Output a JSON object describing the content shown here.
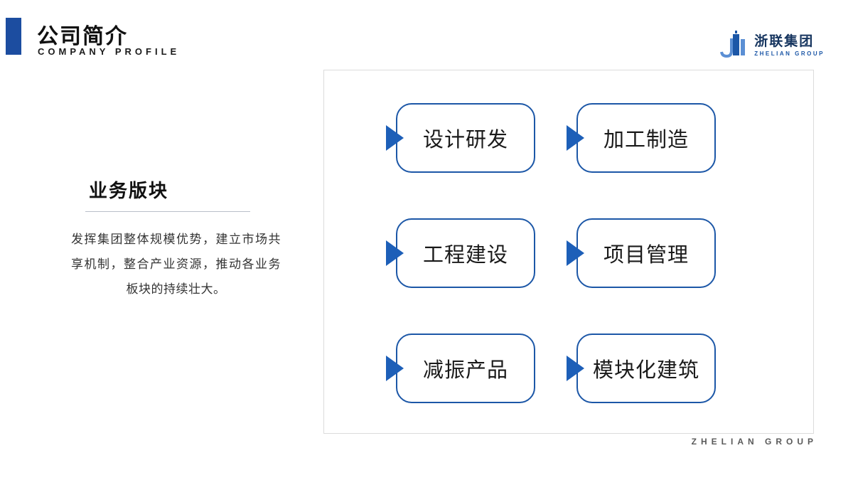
{
  "colors": {
    "accent_blue": "#1c57a7",
    "arrow_blue": "#1d5fb8",
    "accent_bar": "#1c4da0",
    "panel_border": "#dcdcdc",
    "logo_navy": "#16355f"
  },
  "header": {
    "title": "公司简介",
    "subtitle": "COMPANY PROFILE"
  },
  "logo": {
    "name": "浙联集团",
    "subtitle": "ZHELIAN GROUP"
  },
  "left": {
    "section_title": "业务版块",
    "paragraph": "发挥集团整体规模优势，建立市场共享机制，整合产业资源，推动各业务板块的持续壮大。"
  },
  "diagram": {
    "items": [
      {
        "label": "设计研发"
      },
      {
        "label": "加工制造"
      },
      {
        "label": "工程建设"
      },
      {
        "label": "项目管理"
      },
      {
        "label": "减振产品"
      },
      {
        "label": "模块化建筑"
      }
    ]
  },
  "footer": {
    "text": "ZHELIAN GROUP"
  }
}
